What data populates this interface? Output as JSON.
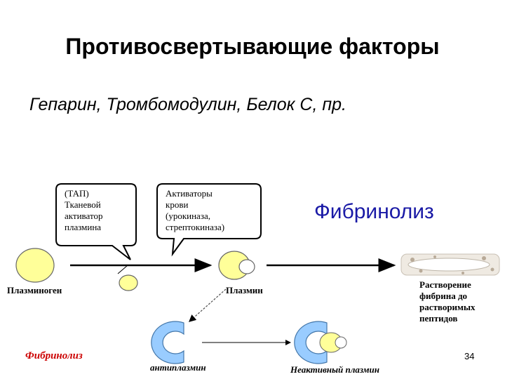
{
  "title": "Противосвертывающие факторы",
  "subtitle": "Гепарин, Тромбомодулин, Белок С, пр.",
  "fibrinolysis_heading": "Фибринолиз",
  "slide_number": "34",
  "colors": {
    "plasminogen_fill": "#ffff99",
    "antiplasmin_fill": "#99ccff",
    "heading_blue": "#1a1aa6",
    "red_label": "#cc0000"
  },
  "diagram": {
    "callout_left": [
      "(ТАП)",
      "Тканевой",
      "активатор",
      "плазмина"
    ],
    "callout_right": [
      "Активаторы",
      "крови",
      "(урокиназа,",
      "стрептокиназа)"
    ],
    "plasminogen_label": "Плазминоген",
    "plasmin_label": "Плазмин",
    "result_label": [
      "Растворение",
      "фибрина до",
      "растворимых",
      "пептидов"
    ],
    "fibrinolysis_label": "Фибринолиз",
    "antiplasmin_label": "антиплазмин",
    "inactive_plasmin_label": "Неактивный плазмин"
  }
}
